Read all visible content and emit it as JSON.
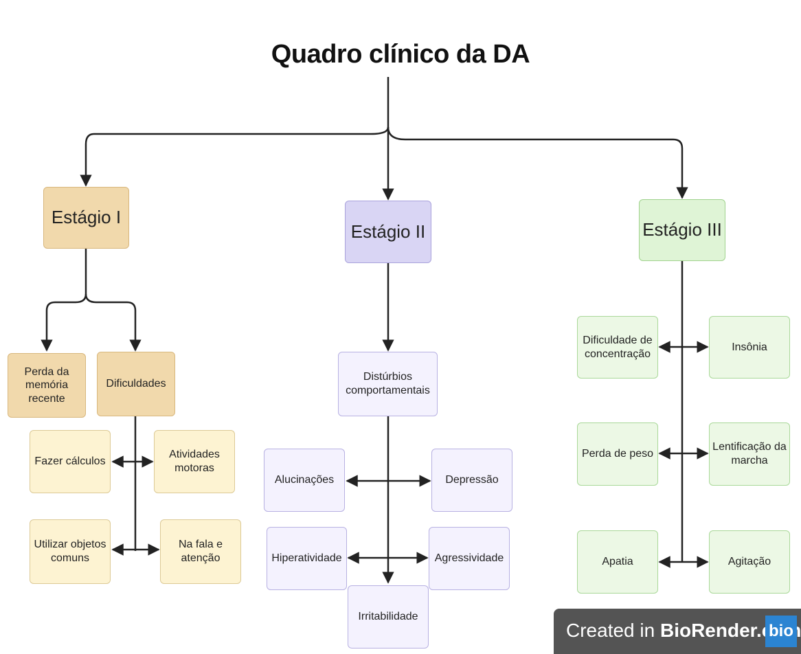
{
  "title": "Quadro clínico da DA",
  "stages": [
    {
      "label": "Estágio I",
      "children": [
        "Perda da memória recente",
        "Dificuldades"
      ],
      "dificuldades": [
        "Fazer cálculos",
        "Atividades motoras",
        "Utilizar objetos comuns",
        "Na fala e atenção"
      ]
    },
    {
      "label": "Estágio II",
      "children": [
        "Distúrbios comportamentais"
      ],
      "disturbios": [
        "Alucinações",
        "Depressão",
        "Hiperatividade",
        "Agressividade",
        "Irritabilidade"
      ]
    },
    {
      "label": "Estágio III",
      "symptoms": [
        "Dificuldade de concentração",
        "Insônia",
        "Perda de peso",
        "Lentificação da marcha",
        "Apatia",
        "Agitação"
      ]
    }
  ],
  "credit": {
    "prefix": "Created in ",
    "brand": "BioRender.com",
    "logo": "bio"
  },
  "colors": {
    "stage1": "#f1d9ac",
    "stage1_light": "#fdf3d2",
    "stage2": "#d9d5f4",
    "stage2_light": "#f4f2fe",
    "stage3": "#dff4d6",
    "connector": "#222222"
  }
}
